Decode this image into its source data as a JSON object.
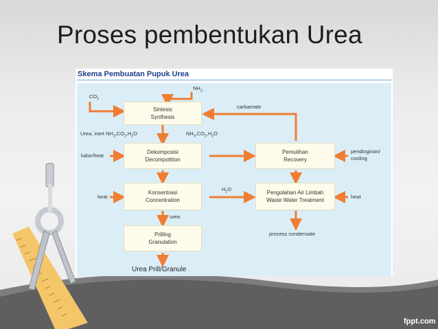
{
  "slide": {
    "title": "Proses pembentukan Urea",
    "watermark": "fppt.com"
  },
  "diagram": {
    "title": "Skema Pembuatan Pupuk Urea",
    "boxes": {
      "sintesis": [
        "Sintesis",
        "Synthesis"
      ],
      "dekomposisi": [
        "Dekomposisi",
        "Decompotition"
      ],
      "konsentrasi": [
        "Konsentrasi",
        "Concentration"
      ],
      "prilling": [
        "Prilling",
        "Granulation"
      ],
      "pemulihan": [
        "Pemulihan",
        "Recovery"
      ],
      "pengolahan": [
        "Pengolahan Air Limbah",
        "Waste Water Treatment"
      ]
    },
    "labels": {
      "nh3": "NH3",
      "co2": "CO2",
      "carbamate": "carbamate",
      "urea_inert": "Urea, inert NH3,CO2,H2O",
      "nh3_co2_h2o": "NH3,CO2,H2O",
      "kalor_heat": "kalor/heat",
      "pendinginan": "pendinginan/",
      "cooling": "cooling",
      "heat_left": "heat",
      "h2o": "H2O",
      "heat_right": "heat",
      "urea": "urea",
      "process_condensate": "process condensate",
      "urea_prill": "Urea Prill/Granule"
    },
    "arrow_color": "#ef7d32"
  }
}
